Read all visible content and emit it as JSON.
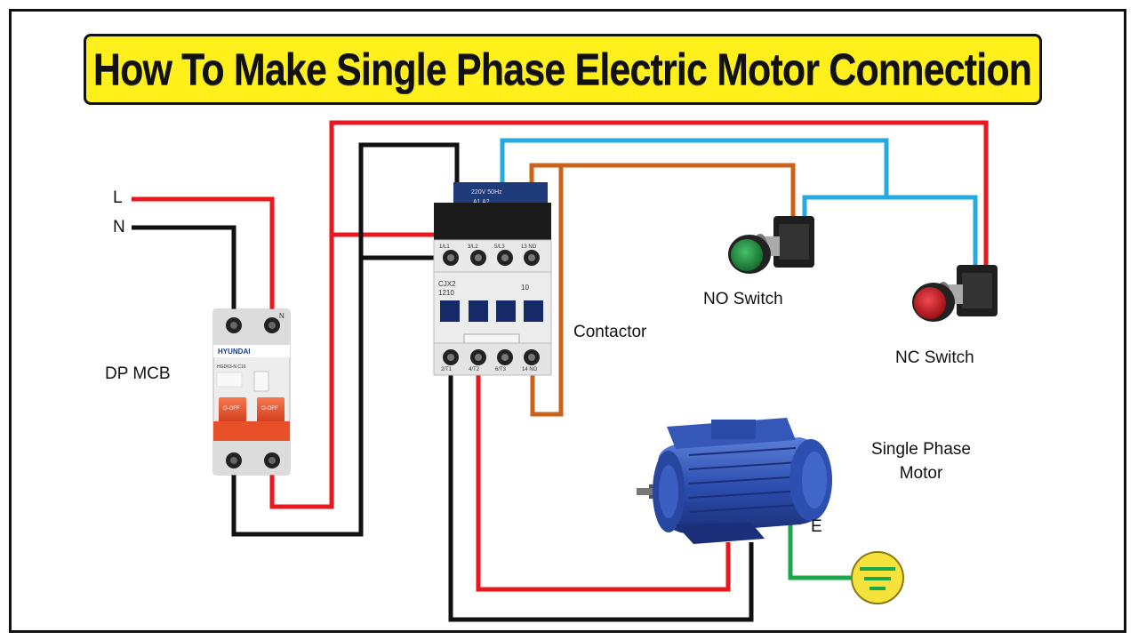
{
  "title": "How To Make Single Phase Electric Motor Connection",
  "labels": {
    "line": "L",
    "neutral": "N",
    "mcb": "DP MCB",
    "contactor": "Contactor",
    "no_switch": "NO Switch",
    "nc_switch": "NC Switch",
    "motor_line1": "Single Phase",
    "motor_line2": "Motor",
    "earth": "E"
  },
  "mcb_text": {
    "brand": "HYUNDAI",
    "model": "HGD63-N C16",
    "off_left": "O-OFF",
    "off_right": "O-OFF",
    "terminal_n": "N"
  },
  "contactor_text": {
    "model": "CJX2",
    "rating": "1210",
    "aux": "10",
    "coil": "220V 50Hz",
    "coil_terms": "A1 A2",
    "top_terms": [
      "1/L1",
      "3/L2",
      "5/L3",
      "13 NO"
    ],
    "bottom_terms": [
      "2/T1",
      "4/T2",
      "6/T3",
      "14 NO"
    ]
  },
  "wire_colors": {
    "line": "#e8191c",
    "neutral": "#111111",
    "control_no": "#c8631a",
    "control_nc": "#24a9e1",
    "earth": "#1aa64a"
  },
  "component_colors": {
    "title_bg": "#ffef1a",
    "mcb_handle": "#e8502a",
    "contactor_body": "#e9e9e9",
    "contactor_window": "#152a66",
    "no_button": "#2e9d4a",
    "nc_button": "#d81f25",
    "motor_body": "#2d4fb0",
    "earth_symbol": "#f5e23a"
  }
}
